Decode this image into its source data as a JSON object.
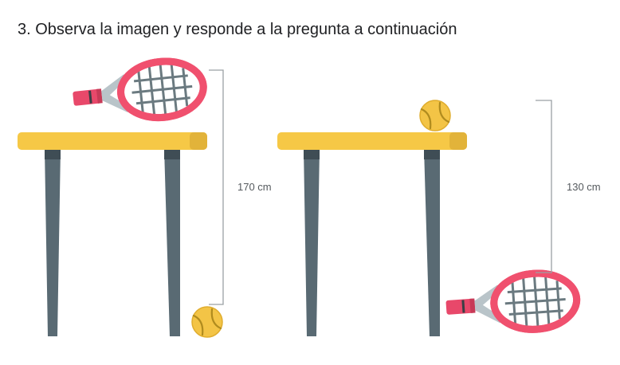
{
  "question": {
    "text": "3. Observa la imagen y responde a la pregunta a continuación"
  },
  "scenes": [
    {
      "measurement_label": "170 cm"
    },
    {
      "measurement_label": "130 cm"
    }
  ],
  "colors": {
    "table_top": "#f6c846",
    "table_leg": "#596a73",
    "racket_frame": "#f0506e",
    "racket_grip": "#e8486a",
    "racket_string": "#6b7a80",
    "racket_throat": "#b9c4c9",
    "ball": "#f3c446",
    "ball_seam": "#b08b1e",
    "measure_line": "#9aa0a4"
  },
  "icons": [
    "tennis-racket-icon",
    "tennis-ball-icon"
  ]
}
